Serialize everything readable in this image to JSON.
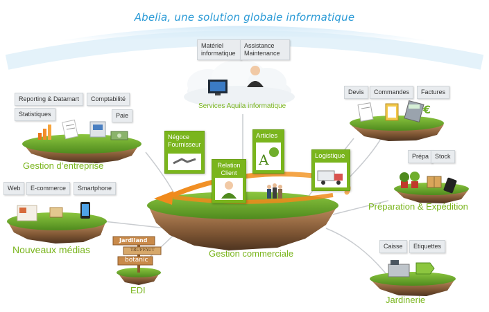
{
  "title": "Abelia, une solution globale informatique",
  "services": {
    "label": "Services Aquila informatique",
    "tags": [
      "Matériel informatique",
      "Assistance Maintenance"
    ]
  },
  "islands": {
    "gestion_entreprise": {
      "label": "Gestion d’entreprise",
      "tags": [
        "Reporting & Datamart",
        "Comptabilité",
        "Statistiques",
        "Paie"
      ]
    },
    "nouveaux_medias": {
      "label": "Nouveaux médias",
      "tags": [
        "Web",
        "E-commerce",
        "Smartphone"
      ]
    },
    "edi": {
      "label": "EDI",
      "signs": [
        "Jardiland",
        "TRUFFAUT",
        "botanic"
      ]
    },
    "gestion_commerciale": {
      "label": "Gestion commerciale",
      "cards": [
        "Négoce Fournisseur",
        "Relation Client",
        "Articles",
        "Logistique"
      ]
    },
    "devis": {
      "tags": [
        "Devis",
        "Commandes",
        "Factures"
      ]
    },
    "preparation": {
      "label": "Préparation & Expédition",
      "tags": [
        "Prépa",
        "Stock"
      ]
    },
    "jardinerie": {
      "label": "Jardinerie",
      "tags": [
        "Caisse",
        "Etiquettes"
      ]
    }
  },
  "colors": {
    "accent_green": "#7ab51d",
    "title_blue": "#2a9ad6",
    "arrow_orange": "#f29121",
    "grass": "#6fae2c",
    "rock": "#a8764a"
  }
}
